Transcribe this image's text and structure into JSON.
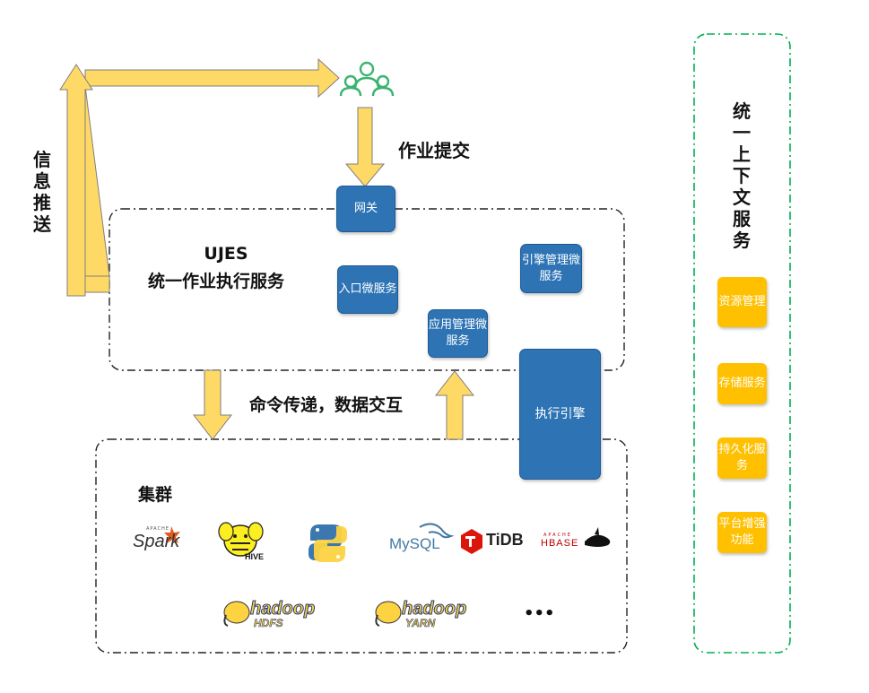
{
  "user_label": "作业提交",
  "info_push_label": "信息推送",
  "gateway": "网关",
  "ujes": {
    "title": "UJES",
    "subtitle": "统一作业执行服务"
  },
  "microservices": {
    "entrance": "入口微服务",
    "engine_manager": "引擎管理微服务",
    "app_manager": "应用管理微服务",
    "executor": "执行引擎"
  },
  "command_label": "命令传递，数据交互",
  "cluster": {
    "title": "集群",
    "logos": {
      "spark_small": "APACHE",
      "spark": "Spark",
      "hive": "HIVE",
      "mysql": "MySQL",
      "tidb": "TiDB",
      "hbase_small": "APACHE",
      "hbase": "HBASE",
      "hadoop_hdfs": "hadoop",
      "hdfs": "HDFS",
      "hadoop_yarn": "hadoop",
      "yarn": "YARN",
      "more": "•••"
    }
  },
  "context_service": {
    "title": "统一上下文服务",
    "items": [
      "资源管理",
      "存储服务",
      "持久化服务",
      "平台增强功能"
    ]
  },
  "colors": {
    "arrow_fill": "#ffd966",
    "arrow_stroke": "#7f7f7f",
    "blue": "#2e74b5",
    "yellow": "#ffc000",
    "green": "#00b050",
    "users": "#3cb371"
  }
}
